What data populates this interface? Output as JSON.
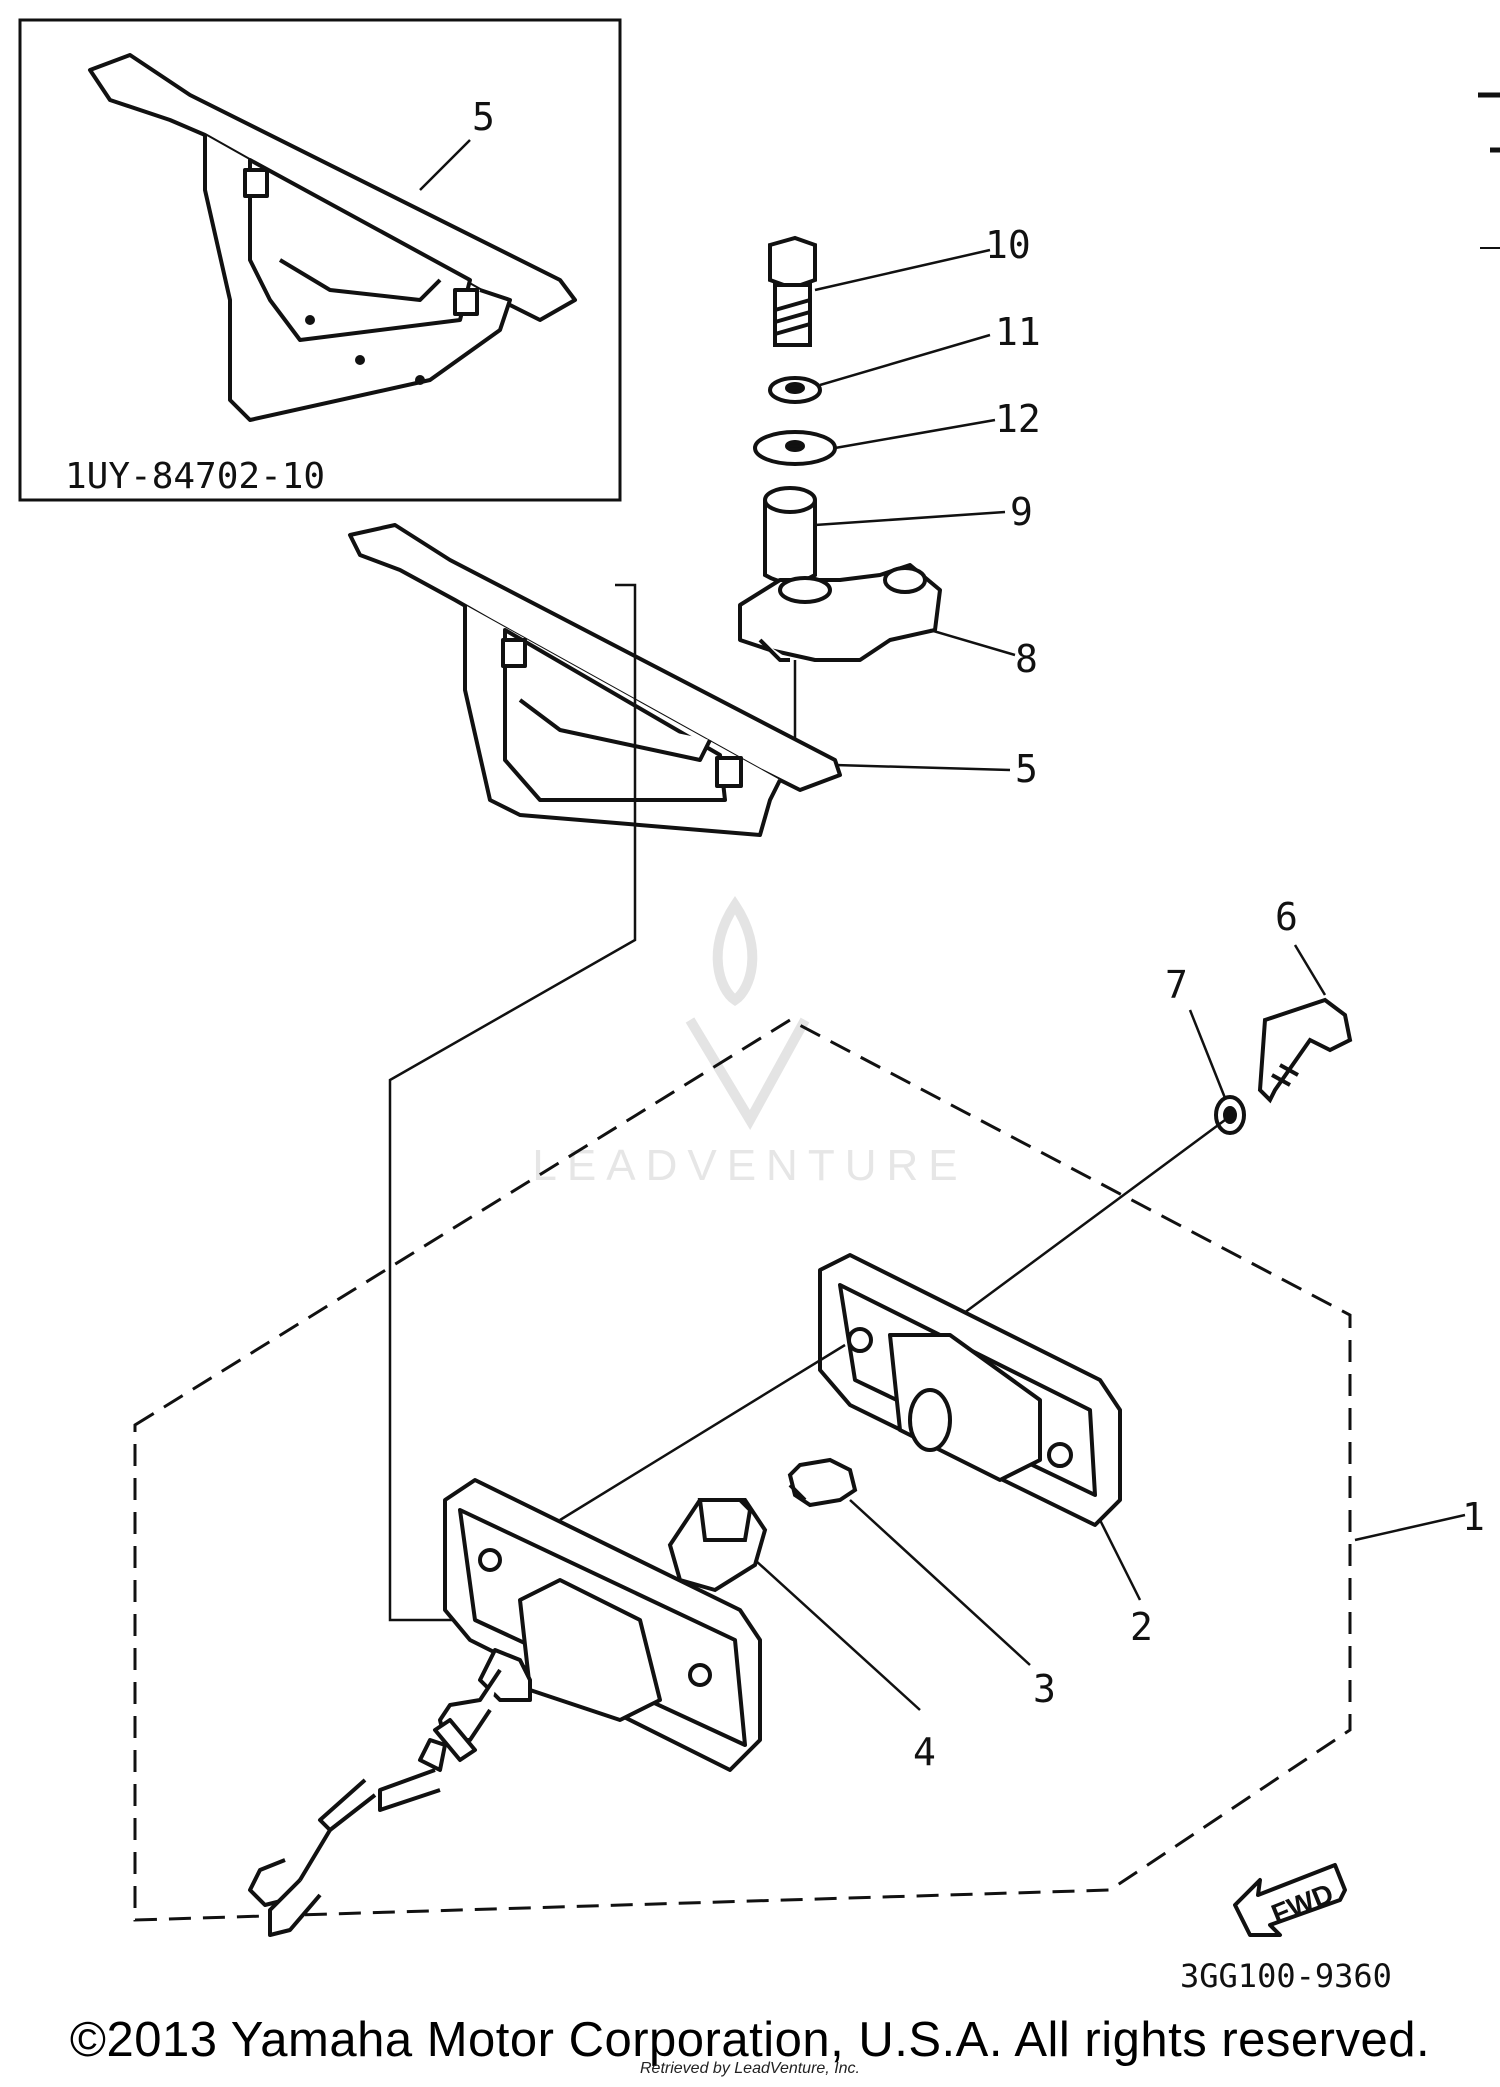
{
  "diagram": {
    "inset_part_number": "1UY-84702-10",
    "drawing_code": "3GG100-9360",
    "fwd_label": "FWD",
    "callouts": {
      "c1": "1",
      "c2": "2",
      "c3": "3",
      "c4": "4",
      "c5_inset": "5",
      "c5_main": "5",
      "c6": "6",
      "c7": "7",
      "c8": "8",
      "c9": "9",
      "c10": "10",
      "c11": "11",
      "c12": "12"
    }
  },
  "watermark": {
    "text": "LEADVENTURE"
  },
  "footer": {
    "copyright": "©2013 Yamaha Motor Corporation, U.S.A. All rights reserved.",
    "printed_by": "Retrieved by LeadVenture, Inc."
  },
  "colors": {
    "ink": "#111111",
    "watermark": "#e6e6e6",
    "background": "#ffffff"
  }
}
